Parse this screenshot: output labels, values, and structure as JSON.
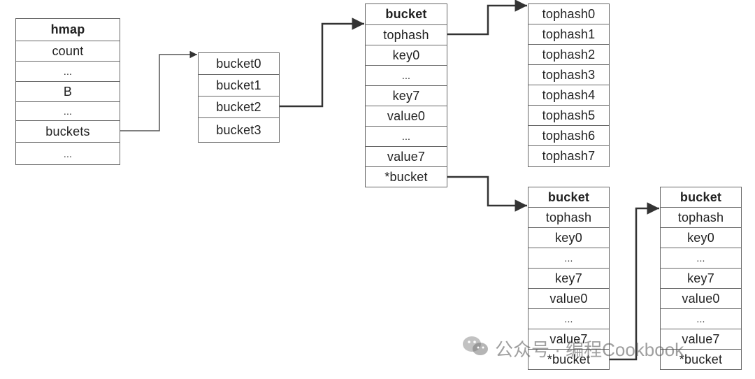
{
  "hmap": [
    "hmap",
    "count",
    "...",
    "B",
    "...",
    "buckets",
    "..."
  ],
  "buckets_array": [
    "bucket0",
    "bucket1",
    "bucket2",
    "bucket3"
  ],
  "bucket_a": [
    "bucket",
    "tophash",
    "key0",
    "...",
    "key7",
    "value0",
    "...",
    "value7",
    "*bucket"
  ],
  "tophash_list": [
    "tophash0",
    "tophash1",
    "tophash2",
    "tophash3",
    "tophash4",
    "tophash5",
    "tophash6",
    "tophash7"
  ],
  "bucket_b": [
    "bucket",
    "tophash",
    "key0",
    "...",
    "key7",
    "value0",
    "...",
    "value7",
    "*bucket"
  ],
  "bucket_c": [
    "bucket",
    "tophash",
    "key0",
    "...",
    "key7",
    "value0",
    "...",
    "value7",
    "*bucket"
  ],
  "watermark": {
    "icon": "wechat-icon",
    "text": "公众号 · 编程Cookbook"
  },
  "colors": {
    "line": "#333333",
    "border": "#666666"
  }
}
